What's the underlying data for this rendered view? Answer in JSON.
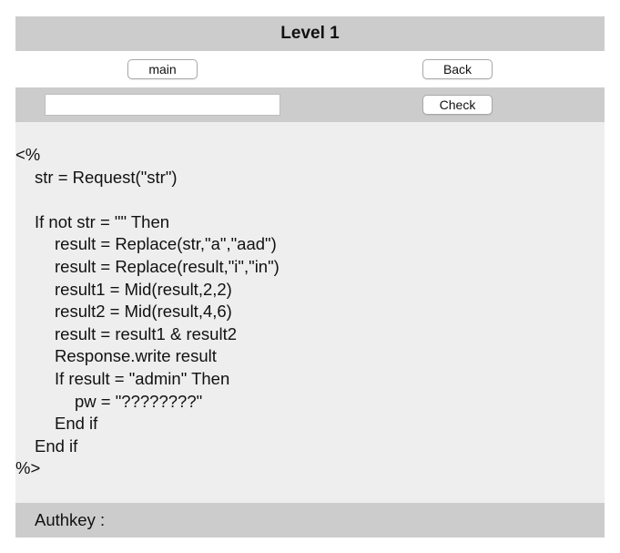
{
  "header": {
    "title": "Level 1"
  },
  "nav": {
    "main_label": "main",
    "back_label": "Back"
  },
  "form": {
    "input_value": "",
    "input_placeholder": "",
    "check_label": "Check"
  },
  "code": {
    "lines": [
      {
        "text": "<%",
        "indent": 0
      },
      {
        "text": "str = Request(\"str\")",
        "indent": 1
      },
      {
        "text": "",
        "indent": 0
      },
      {
        "text": "If not str = \"\" Then",
        "indent": 1
      },
      {
        "text": "result = Replace(str,\"a\",\"aad\")",
        "indent": 2
      },
      {
        "text": "result = Replace(result,\"i\",\"in\")",
        "indent": 2
      },
      {
        "text": "result1 = Mid(result,2,2)",
        "indent": 2
      },
      {
        "text": "result2 = Mid(result,4,6)",
        "indent": 2
      },
      {
        "text": "result = result1 & result2",
        "indent": 2
      },
      {
        "text": "Response.write result",
        "indent": 2
      },
      {
        "text": "If result = \"admin\" Then",
        "indent": 2
      },
      {
        "text": "pw = \"????????\"",
        "indent": 3
      },
      {
        "text": "End if",
        "indent": 2
      },
      {
        "text": "End if",
        "indent": 1
      },
      {
        "text": "%>",
        "indent": 0
      }
    ]
  },
  "footer": {
    "authkey_label": "Authkey :"
  }
}
